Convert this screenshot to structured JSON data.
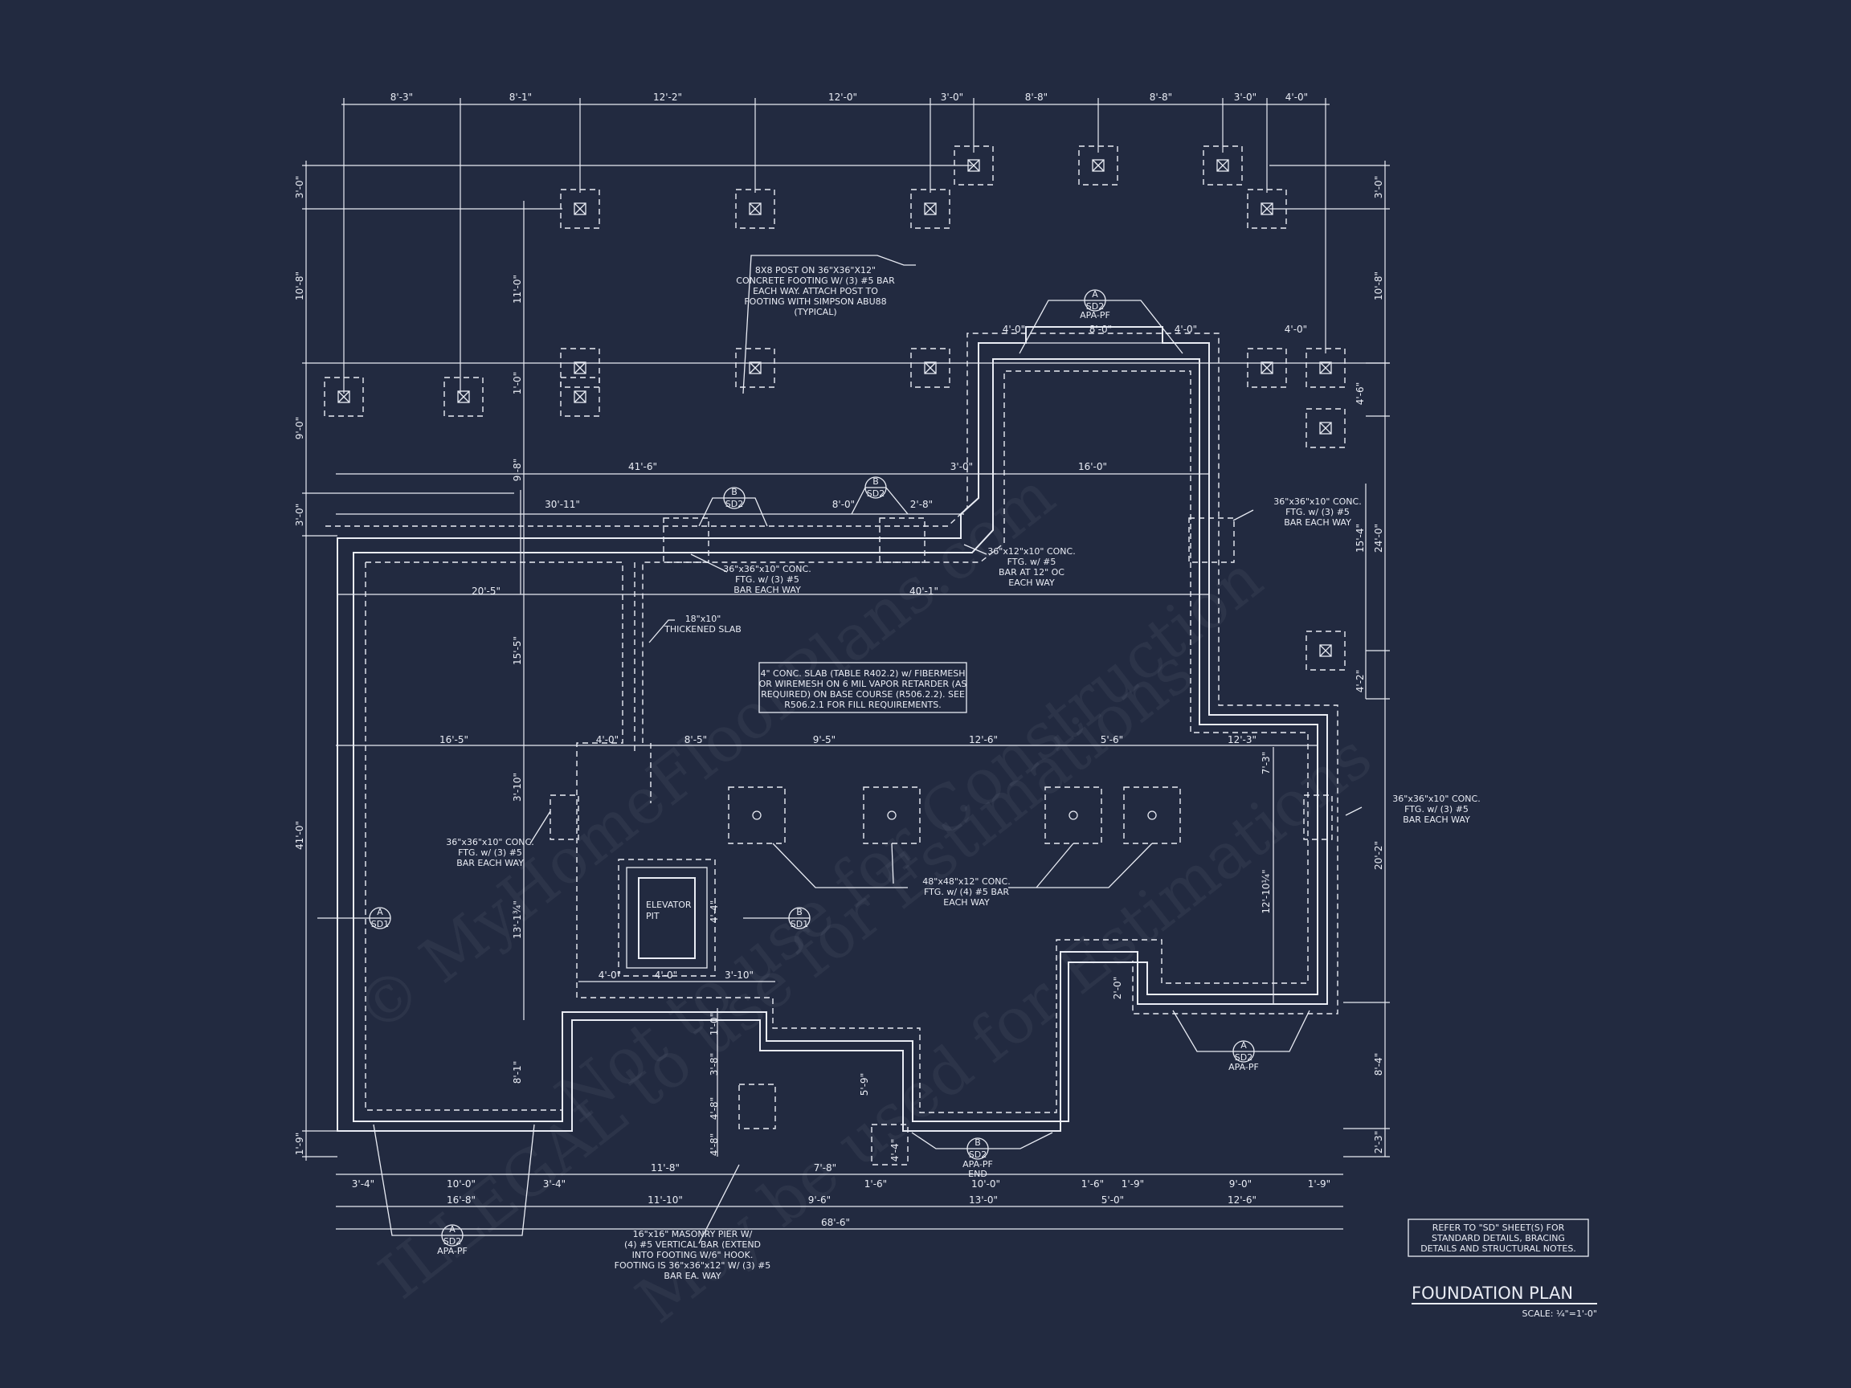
{
  "watermark": [
    "© MyHomeFloorPlans.com",
    "Not to use for Construction",
    "ILLEGAL to use for Estimations",
    "May be used for Estimations"
  ],
  "top_dims": [
    "8'-3\"",
    "8'-1\"",
    "12'-2\"",
    "12'-0\"",
    "3'-0\"",
    "8'-8\"",
    "8'-8\"",
    "3'-0\"",
    "4'-0\""
  ],
  "left_dims": [
    "3'-0\"",
    "10'-8\"",
    "9'-0\"",
    "3'-0\"",
    "41'-0\"",
    "1'-9\""
  ],
  "right_dims": [
    "3'-0\"",
    "10'-8\"",
    "4'-6\"",
    "15'-4\"",
    "24'-0\"",
    "4'-2\"",
    "20'-2\"",
    "8'-4\"",
    "2'-3\""
  ],
  "interior_dims": {
    "d11": "11'-0\"",
    "d98": "9'-8\"",
    "d10a": "1'-0\"",
    "d415": "41'-6\"",
    "d30": "3'-0\"",
    "d160": "16'-0\"",
    "d3011": "30'-11\"",
    "d80b": "8'-0\"",
    "d28": "2'-8\"",
    "d205": "20'-5\"",
    "d401": "40'-1\"",
    "d155": "15'-5\"",
    "d1313": "13'-1¾\"",
    "d81": "8'-1\"",
    "d310": "3'-10\"",
    "d40top": "4'-0\"",
    "d80top": "8'-0\"",
    "d40top2": "4'-0\"",
    "d40r": "4'-0\"",
    "d73": "7'-3\"",
    "d12104": "12'-10¼\"",
    "d20": "2'-0\"",
    "d44": "4'-4\"",
    "d48a": "4'-8\"",
    "d38": "3'-8\"",
    "d10v": "1'-0\"",
    "d59": "5'-9\"",
    "d48b": "4'-8\"",
    "d44b": "4'-4\""
  },
  "mid_dims": [
    "16'-5\"",
    "4'-0\"",
    "8'-5\"",
    "9'-5\"",
    "12'-6\"",
    "5'-6\"",
    "12'-3\""
  ],
  "pit_dims": [
    "4'-0\"",
    "4'-0\"",
    "3'-10\""
  ],
  "bottom_dims_row1": [
    "3'-4\"",
    "10'-0\"",
    "3'-4\"",
    "11'-8\"",
    "7'-8\"",
    "1'-6\"",
    "10'-0\"",
    "1'-6\"",
    "1'-9\"",
    "9'-0\"",
    "1'-9\""
  ],
  "bottom_dims_row2": [
    "16'-8\"",
    "11'-10\"",
    "9'-6\"",
    "13'-0\"",
    "5'-0\"",
    "12'-6\""
  ],
  "overall_dim": "68'-6\"",
  "sections": [
    {
      "letter": "A",
      "sheet": "SD2"
    },
    {
      "letter": "B",
      "sheet": "SD2"
    },
    {
      "letter": "B",
      "sheet": "SD2"
    },
    {
      "letter": "A",
      "sheet": "SD1"
    },
    {
      "letter": "B",
      "sheet": "SD1"
    },
    {
      "letter": "A",
      "sheet": "SD2"
    },
    {
      "letter": "B",
      "sheet": "SD2"
    },
    {
      "letter": "A",
      "sheet": "SD2"
    }
  ],
  "apa_labels": [
    "APA-PF",
    "APA-PF",
    "APA-PF",
    "APA-PF"
  ],
  "end_label": "END",
  "notes": {
    "post_footing": [
      "8X8 POST ON 36\"X36\"X12\"",
      "CONCRETE FOOTING W/ (3) #5 BAR",
      "EACH WAY. ATTACH POST TO",
      "FOOTING WITH SIMPSON ABU88",
      "(TYPICAL)"
    ],
    "ftg_36x36_a": [
      "36\"x36\"x10\" CONC.",
      "FTG. w/ (3) #5",
      "BAR EACH WAY"
    ],
    "ftg_36x12": [
      "36\"x12\"x10\" CONC.",
      "FTG. w/ #5",
      "BAR AT 12\" OC",
      "EACH WAY"
    ],
    "ftg_36x36_right": [
      "36\"x36\"x10\" CONC.",
      "FTG. w/ (3) #5",
      "BAR EACH WAY"
    ],
    "thickened": [
      "18\"x10\"",
      "THICKENED SLAB"
    ],
    "slab": [
      "4\" CONC. SLAB (TABLE R402.2) w/ FIBERMESH",
      "OR WIREMESH ON 6 MIL VAPOR RETARDER (AS",
      "REQUIRED) ON BASE COURSE (R506.2.2). SEE",
      "R506.2.1 FOR FILL REQUIREMENTS."
    ],
    "ftg_36x36_left": [
      "36\"x36\"x10\" CONC.",
      "FTG. w/ (3) #5",
      "BAR EACH WAY"
    ],
    "ftg_36x36_r2": [
      "36\"x36\"x10\" CONC.",
      "FTG. w/ (3) #5",
      "BAR EACH WAY"
    ],
    "ftg_48": [
      "48\"x48\"x12\" CONC.",
      "FTG. w/ (4) #5 BAR",
      "EACH WAY"
    ],
    "elevator": [
      "ELEVATOR",
      "PIT"
    ],
    "masonry": [
      "16\"x16\" MASONRY PIER W/",
      "(4) #5 VERTICAL BAR (EXTEND",
      "INTO FOOTING W/6\" HOOK.",
      "FOOTING IS 36\"x36\"x12\" W/ (3) #5",
      "BAR EA. WAY"
    ],
    "refer": [
      "REFER TO \"SD\" SHEET(S) FOR",
      "STANDARD DETAILS, BRACING",
      "DETAILS AND STRUCTURAL NOTES."
    ]
  },
  "title": "FOUNDATION PLAN",
  "scale": "SCALE: ¼\"=1'-0\""
}
